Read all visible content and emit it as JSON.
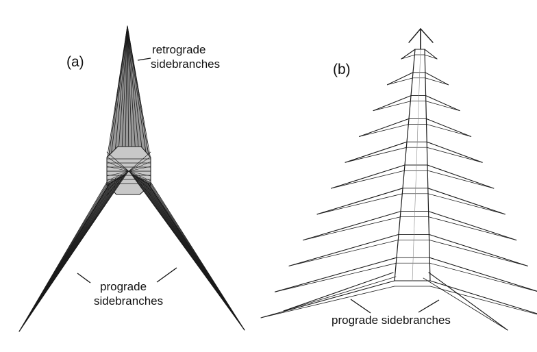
{
  "figure": {
    "background": "#ffffff",
    "line_color": "#1a1a1a",
    "panel_a": {
      "label": "(a)",
      "retrograde_label_line1": "retrograde",
      "retrograde_label_line2": "sidebranches",
      "prograde_label_line1": "prograde",
      "prograde_label_line2": "sidebranches"
    },
    "panel_b": {
      "label": "(b)",
      "prograde_label": "prograde sidebranches"
    }
  }
}
